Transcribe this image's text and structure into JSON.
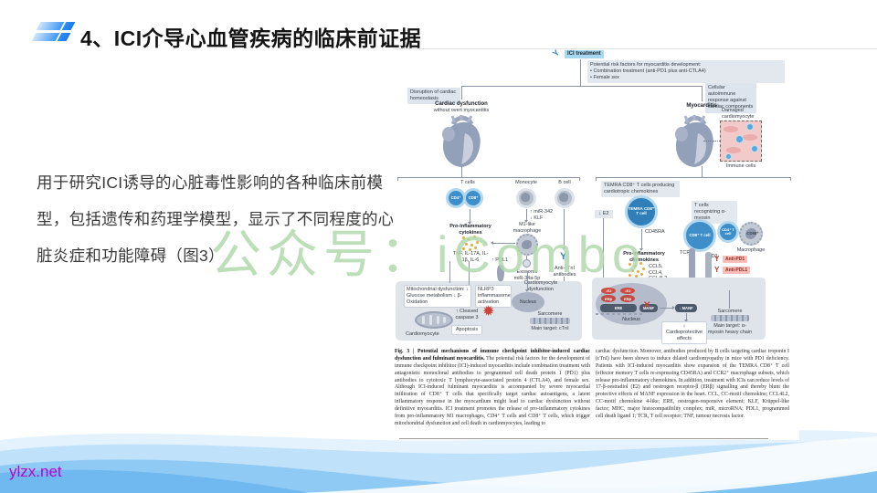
{
  "slide": {
    "title": "4、ICI介导心血管疾病的临床前证据",
    "body_text": "用于研究ICI诱导的心脏毒性影响的各种临床前模型，包括遗传和药理学模型，显示了不同程度的心脏炎症和功能障碍（图3）",
    "watermark": "公众号：iCombo",
    "site_label": "ylzx.net"
  },
  "colors": {
    "accent_blue": "#2f8ef0",
    "watermark_green": "#b0d8ac",
    "site_magenta": "#bb00cc",
    "wave_blue": "#7fc2f2",
    "figure_box_gray": "#e3e8ee",
    "cell_blue": "#3d8ec9",
    "alert_red": "#cf4a40"
  },
  "icons": {
    "antibody": "Y",
    "inflammasome": "✹",
    "cross": "✕"
  },
  "figure": {
    "ici_treatment": "ICI treatment",
    "risk_title": "Potential risk factors for myocarditis development:",
    "risk_item1": "• Combination treatment (anti-PD1 plus anti-CTLA4)",
    "risk_item2": "• Female sex",
    "disruption": "Disruption of cardiac homeostasis",
    "cellular": "Cellular autoimmune response against cardiac components",
    "cardiac_dys_title": "Cardiac dysfunction",
    "cardiac_dys_sub": "without overt myocarditis",
    "myocarditis": "Myocarditis",
    "damaged": "Damaged cardiomyocyte",
    "immune_cells": "Immune cells",
    "t_cells": "T cells",
    "cd4": "CD4⁺",
    "cd8": "CD8⁺",
    "monocyte": "Monocyte",
    "b_cell": "B cell",
    "mir_klf": "↑ miR-342  ↓ KLF",
    "m1_macrophage": "M1-like macrophage",
    "pro_cytokines": "Pro-inflammatory cytokines",
    "cytokine_list": "TNF, IL-17A, IL-1β, IL-6",
    "pdl1_up": "↑ PDL1",
    "exosome": "Exosome miR-34a-5p",
    "anti_ctni": "Anti-cTnI antibodies",
    "mito": "Mitochondrial dysfunction: ↓ Glucose metabolism ↓ β-Oxidation",
    "nlrp3": "NLRP3 inflammasome activation",
    "caspase": "↑ Cleaved caspase 3",
    "apoptosis": "Apoptosis",
    "cdm_dys": "Cardiomyocyte dysfunction",
    "nucleus": "Nucleus",
    "sarcomere": "Sarcomere",
    "main_target1": "Main target: cTnI",
    "cardiomyocyte": "Cardiomyocyte",
    "temra_box": "TEMRA CD8⁺ T cells producing cardiotropic chemokines",
    "temra_cell": "TEMRA CD8⁺ T cell",
    "cd45ra": "CD45RA",
    "t_myosin": "T cells recognizing α-myosin",
    "cd8_cell": "CD8⁺ T cell",
    "cd4_cell": "CD4⁺ T cell",
    "cd68": "CD68⁺",
    "macrophage": "Macrophage",
    "e2": "↓ E2",
    "pro_chemokines": "Pro-inflammatory chemokines",
    "chemo_list": "CCL5, CCL4, CCL4L2",
    "tcr": "TCR",
    "pd1": "PD1",
    "anti_pd1": "Anti-PD1",
    "anti_pdl1": "Anti-PDL1",
    "mhc": "MHC I/II",
    "pdl1_up2": "↑PDL1",
    "e2_small": "↓E2",
    "erb": "ERβ",
    "ere": "ERE",
    "manf": "MANF",
    "manf_down": "↓ MANF",
    "cardioprotective": "↓ Cardioprotective effects",
    "main_target2": "Main target: α-myosin heavy chain",
    "caption_lead": "Fig. 3 | Potential mechanisms of immune checkpoint inhibitor-induced cardiac dysfunction and fulminant myocarditis.",
    "caption_left_rest": "The potential risk factors for the development of immune checkpoint inhibitor (ICI)-induced myocarditis include combination treatment with antagonistic monoclonal antibodies to programmed cell death protein 1 (PD1) plus antibodies to cytotoxic T lymphocyte-associated protein 4 (CTLA4), and female sex. Although ICI-induced fulminant myocarditis is accompanied by severe myocardial infiltration of CD8⁺ T cells that specifically target cardiac autoantigens, a latent inflammatory response in the myocardium might lead to cardiac dysfunction without definitive myocarditis. ICI treatment promotes the release of pro-inflammatory cytokines from pro-inflammatory M1 macrophages, CD4⁺ T cells and CD8⁺ T cells, which trigger mitochondrial dysfunction and cell death in cardiomyocytes, leading to",
    "caption_right": "cardiac dysfunction. Moreover, antibodies produced by B cells targeting cardiac troponin I (cTnI) have been shown to induce dilated cardiomyopathy in mice with PD1 deficiency. Patients with ICI-induced myocarditis show expansion of the TEMRA CD8⁺ T cell (effector memory T cells re-expressing CD45RA) and CCR2⁺ macrophage subsets, which release pro-inflammatory chemokines. In addition, treatment with ICIs can reduce levels of 17-β-oestradiol (E2) and oestrogen receptor-β (ERβ) signalling and thereby blunt the protective effects of MANF expression in the heart. CCL, CC-motif chemokine; CCL4L2, CC-motif chemokine 4-like; ERE, oestrogen-responsive element; KLF, Krüppel-like factor; MHC, major histocompatibility complex; miR, microRNA; PDL1, programmed cell death ligand 1; TCR, T cell receptor; TNF, tumour necrosis factor."
  }
}
